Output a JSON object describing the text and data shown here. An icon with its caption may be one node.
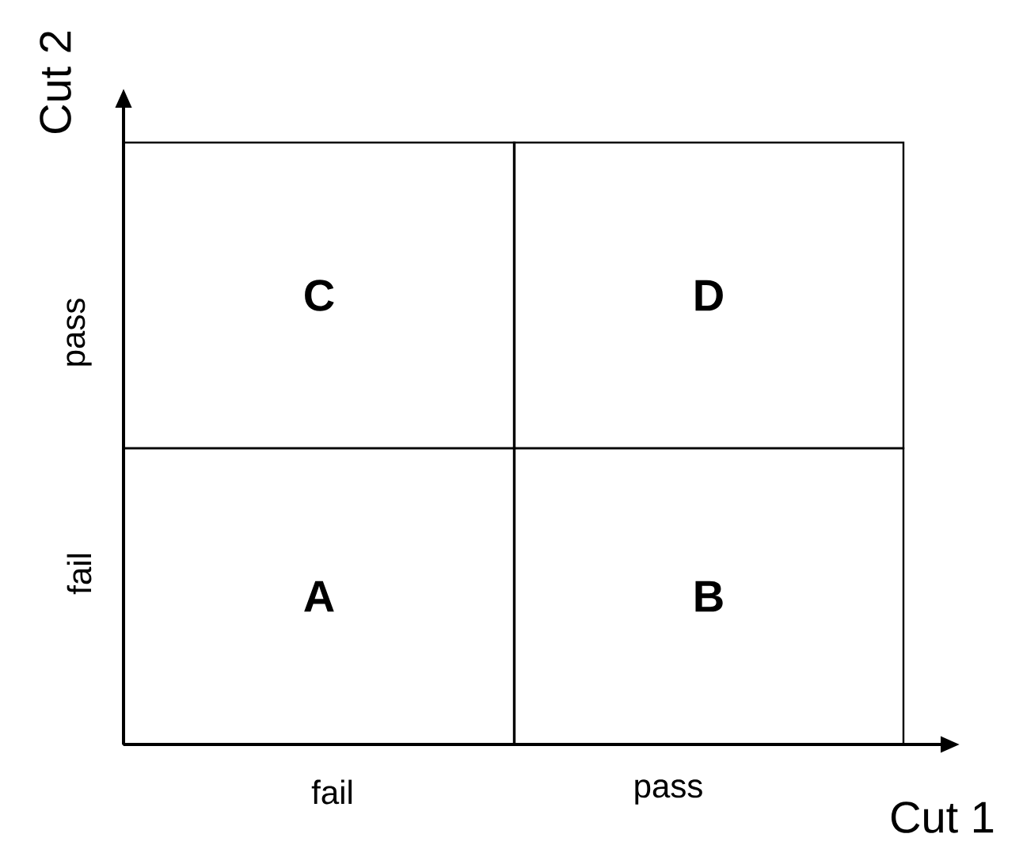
{
  "diagram": {
    "nodes": [
      {
        "text": [
          "C"
        ]
      },
      {
        "text": [
          "D"
        ]
      },
      {
        "text": [
          "A"
        ]
      },
      {
        "text": [
          "B"
        ]
      }
    ],
    "labels": [
      "Cut 2",
      "pass",
      "fail",
      "fail",
      "pass",
      "Cut 1"
    ]
  }
}
